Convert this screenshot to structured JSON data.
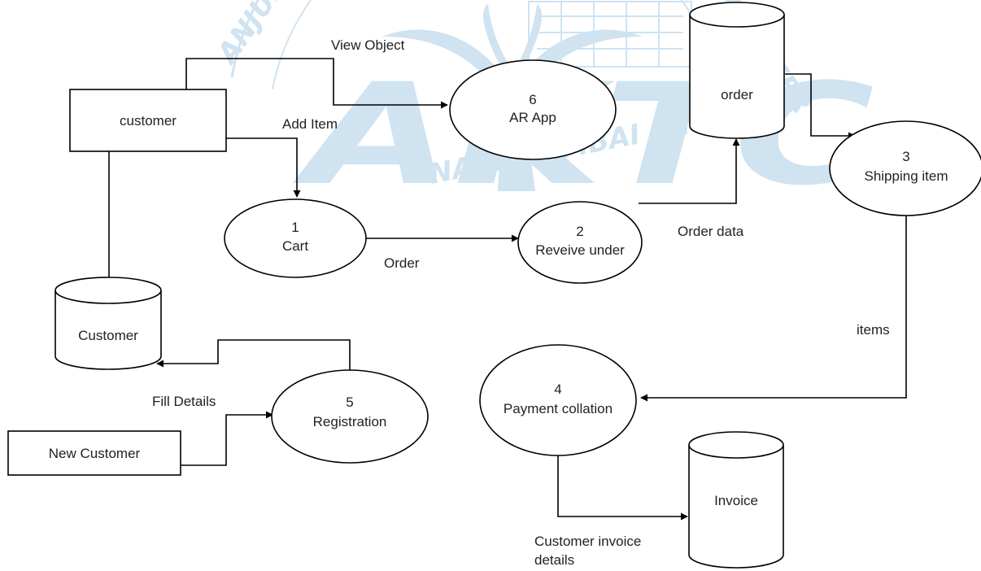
{
  "colors": {
    "stroke": "#000000",
    "text": "#222222",
    "watermark": "#a9cde6",
    "background": "#ffffff"
  },
  "watermark": {
    "logo_text": "AKTC",
    "ring_text_left": "ANJUMAN",
    "ring_text_right": "TANVEER",
    "place_text": "NAVI MUMBAI - INDIA"
  },
  "entities": {
    "customer": "customer",
    "new_customer": "New Customer"
  },
  "processes": {
    "cart": {
      "number": "1",
      "name": "Cart"
    },
    "receive_order": {
      "number": "2",
      "name": "Reveive under"
    },
    "shipping": {
      "number": "3",
      "name": "Shipping item"
    },
    "payment": {
      "number": "4",
      "name": "Payment collation"
    },
    "registration": {
      "number": "5",
      "name": "Registration"
    },
    "ar_app": {
      "number": "6",
      "name": "AR App"
    }
  },
  "stores": {
    "order": "order",
    "customer": "Customer",
    "invoice": "Invoice"
  },
  "flows": {
    "view_object": "View Object",
    "add_item": "Add Item",
    "order": "Order",
    "order_data": "Order data",
    "items": "items",
    "fill_details": "Fill Details",
    "invoice_details_line1": "Customer invoice",
    "invoice_details_line2": "details"
  }
}
